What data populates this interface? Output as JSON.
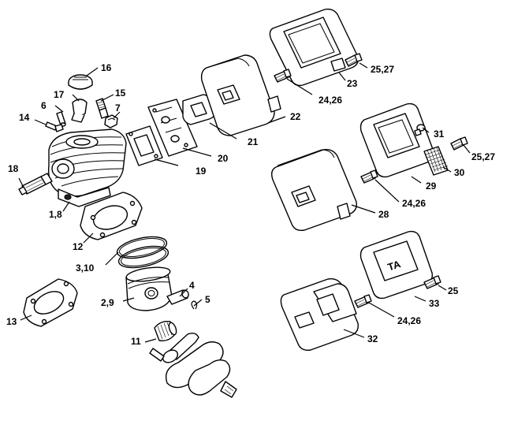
{
  "labels": [
    {
      "id": "16",
      "text": "16"
    },
    {
      "id": "17",
      "text": "17"
    },
    {
      "id": "15",
      "text": "15"
    },
    {
      "id": "6",
      "text": "6"
    },
    {
      "id": "7",
      "text": "7"
    },
    {
      "id": "14",
      "text": "14"
    },
    {
      "id": "18",
      "text": "18"
    },
    {
      "id": "1-8",
      "text": "1,8"
    },
    {
      "id": "12",
      "text": "12"
    },
    {
      "id": "3-10",
      "text": "3,10"
    },
    {
      "id": "4",
      "text": "4"
    },
    {
      "id": "5",
      "text": "5"
    },
    {
      "id": "2-9",
      "text": "2,9"
    },
    {
      "id": "13",
      "text": "13"
    },
    {
      "id": "11",
      "text": "11"
    },
    {
      "id": "19",
      "text": "19"
    },
    {
      "id": "20",
      "text": "20"
    },
    {
      "id": "21",
      "text": "21"
    },
    {
      "id": "22",
      "text": "22"
    },
    {
      "id": "23",
      "text": "23"
    },
    {
      "id": "25-27-top",
      "text": "25,27"
    },
    {
      "id": "24-26-top",
      "text": "24,26"
    },
    {
      "id": "31",
      "text": "31"
    },
    {
      "id": "25-27-mid",
      "text": "25,27"
    },
    {
      "id": "30",
      "text": "30"
    },
    {
      "id": "29",
      "text": "29"
    },
    {
      "id": "24-26-mid",
      "text": "24,26"
    },
    {
      "id": "28",
      "text": "28"
    },
    {
      "id": "25",
      "text": "25"
    },
    {
      "id": "33",
      "text": "33"
    },
    {
      "id": "24-26-bot",
      "text": "24,26"
    },
    {
      "id": "32",
      "text": "32"
    }
  ],
  "cover_logo": "TA"
}
